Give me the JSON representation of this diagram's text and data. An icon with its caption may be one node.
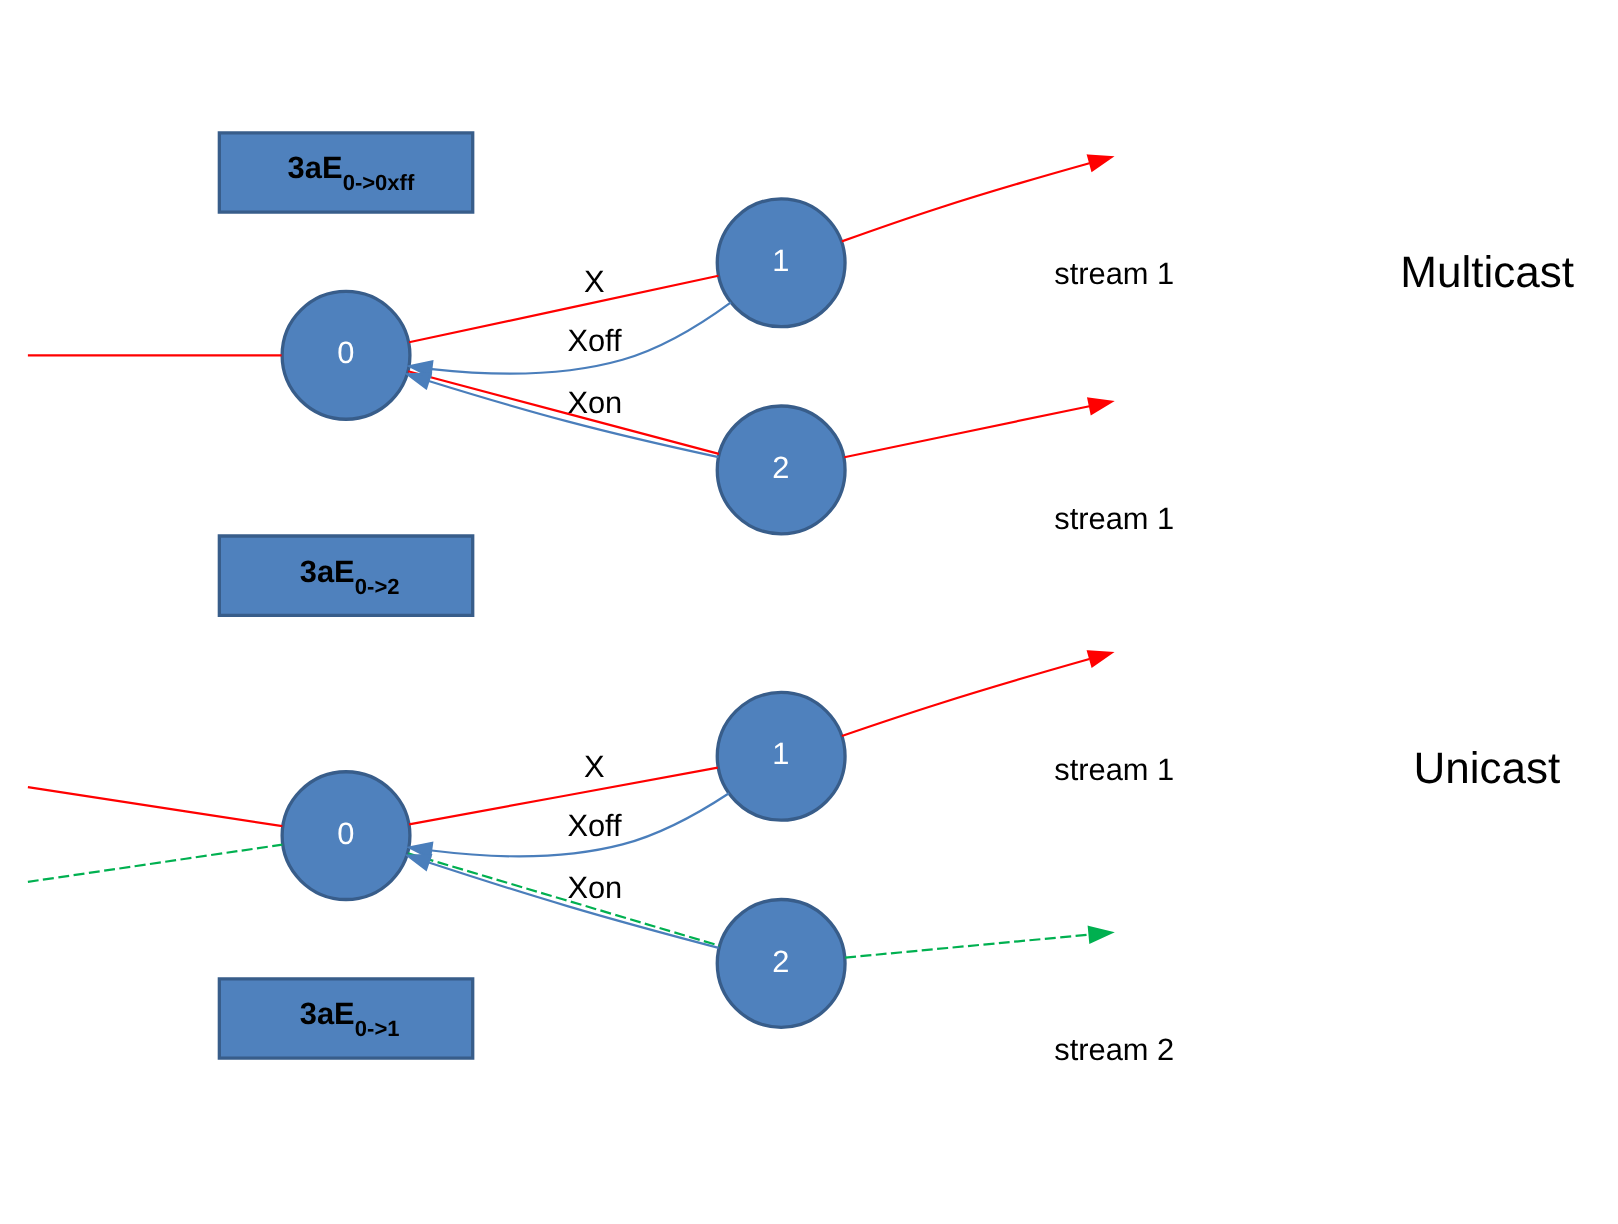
{
  "diagram": {
    "nodes": [
      {
        "text": [
          "3aE$_{0->1}$"
        ]
      },
      {
        "text": [
          "0"
        ]
      },
      {
        "text": [
          "1"
        ]
      },
      {
        "text": [
          "3aE$_{0->2}$"
        ]
      },
      {
        "text": [
          "2"
        ]
      },
      {
        "text": [
          "0"
        ]
      },
      {
        "text": [
          "1"
        ]
      },
      {
        "text": [
          "2"
        ]
      },
      {
        "text": [
          "3aE$_{0->0xff}$"
        ]
      }
    ],
    "edges": [
      {
        "from": null,
        "to": 1,
        "arrow": "none",
        "color": "#ff0000"
      },
      {
        "from": 1,
        "to": 2,
        "arrow": "none",
        "label": "X",
        "color": "#ff0000"
      },
      {
        "from": 2,
        "to": null,
        "arrow": "to",
        "color": "#ff0000"
      },
      {
        "from": 2,
        "to": 1,
        "arrow": "to",
        "label": "Xoff",
        "color": "#4a7ebb"
      },
      {
        "from": 4,
        "to": 1,
        "arrow": "to",
        "label": "Xon",
        "color": "#4a7ebb"
      },
      {
        "from": null,
        "to": 1,
        "arrow": "none",
        "style": "dashed",
        "color": "#00b050"
      },
      {
        "from": 1,
        "to": 4,
        "arrow": "none",
        "style": "dashed",
        "color": "#00b050"
      },
      {
        "from": 4,
        "to": null,
        "arrow": "to",
        "style": "dashed",
        "color": "#00b050"
      },
      {
        "from": null,
        "to": 5,
        "arrow": "none",
        "color": "#ff0000"
      },
      {
        "from": 5,
        "to": 6,
        "arrow": "none",
        "label": "X",
        "color": "#ff0000"
      },
      {
        "from": 6,
        "to": null,
        "arrow": "to",
        "color": "#ff0000"
      },
      {
        "from": 5,
        "to": 7,
        "arrow": "none",
        "color": "#ff0000"
      },
      {
        "from": 7,
        "to": null,
        "arrow": "to",
        "color": "#ff0000"
      },
      {
        "from": 6,
        "to": 5,
        "arrow": "to",
        "label": "Xoff",
        "color": "#4a7ebb"
      },
      {
        "from": 7,
        "to": 5,
        "arrow": "to",
        "label": "Xon",
        "color": "#4a7ebb"
      }
    ],
    "labels": [
      "stream 1",
      "Unicast",
      "stream 2",
      "stream 1",
      "Multicast",
      "stream 1"
    ]
  }
}
